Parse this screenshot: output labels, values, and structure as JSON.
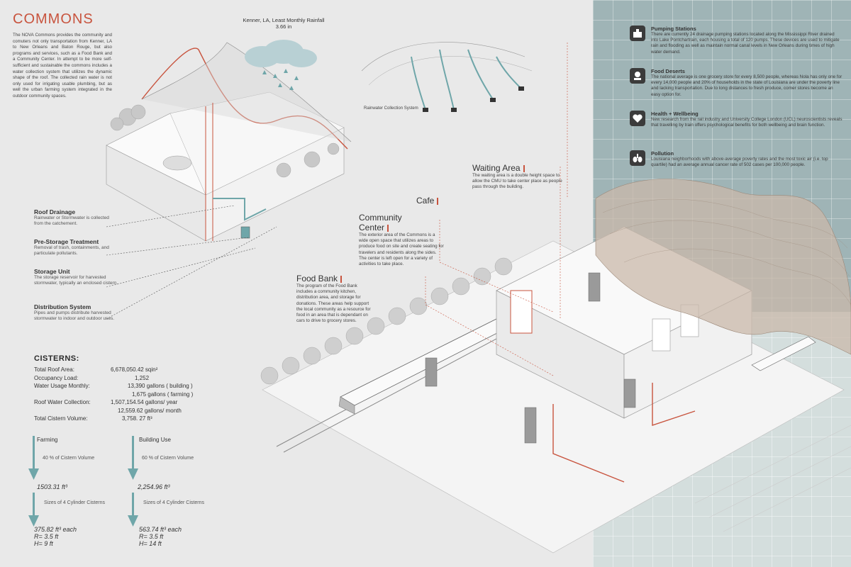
{
  "title": "COMMONS",
  "intro": "The NOVA Commons provides the community and comuters not only transportation from Kenner, LA to New Orleans and Baton Rouge, but also programs and services, such as a Food Bank and a Community Center. In attempt to be more self-sufficient and sustainable the commons includes a water collection system that utilizes the dynamic shape of the roof. The collected rain water is not only used for irrigating usable plumbing, but as well the urban farming system integrated in the outdoor community spaces.",
  "rainfall": {
    "title": "Kenner, LA, Least Monthly Rainfall",
    "value": "3.66 in"
  },
  "rainwater_caption": "Rainwater Collection System",
  "steps": [
    {
      "title": "Roof Drainage",
      "desc": "Rainwater or Stormwater is collected from the catchement."
    },
    {
      "title": "Pre-Storage Treatment",
      "desc": "Removal of trash, containments, and particulate pollutants."
    },
    {
      "title": "Storage Unit",
      "desc": "The storage reservoir for harvested stormwater, typically an enclosed cistern."
    },
    {
      "title": "Distribution System",
      "desc": "Pipes and pumps distribute harvested stormwater to indoor and outdoor uses."
    }
  ],
  "cisterns": {
    "title": "CISTERNS:",
    "rows": [
      {
        "label": "Total Roof Area:",
        "value": "6,678,050.42 sqin²"
      },
      {
        "label": "Occupancy Load:",
        "value": "1,252"
      },
      {
        "label": "Water Usage Monthly:",
        "value": "13,390 gallons ( building )"
      },
      {
        "label": "",
        "value": "1,675 gallons ( farming )"
      },
      {
        "label": "Roof Water Collection:",
        "value": "1,507,154.54 gallons/ year"
      },
      {
        "label": "",
        "value": "12,559.62 gallons/ month"
      },
      {
        "label": "Total Cistern Volume:",
        "value": "3,758. 27 ft³"
      }
    ]
  },
  "flows": [
    {
      "title": "Farming",
      "percent": "40 % of Cistern Volume",
      "volume": "1503.31 ft³",
      "sizes": "Sizes of 4 Cylinder Cisterns",
      "each": "375.82 ft³ each",
      "r": "R= 3.5 ft",
      "h": "H= 9 ft"
    },
    {
      "title": "Building Use",
      "percent": "60 % of Cistern Volume",
      "volume": "2,254.96 ft³",
      "sizes": "Sizes of 4 Cylinder Cisterns",
      "each": "563.74 ft³ each",
      "r": "R= 3.5 ft",
      "h": "H= 14 ft"
    }
  ],
  "info": [
    {
      "icon": "pump-icon",
      "title": "Pumping Stations",
      "desc": "There are currently 24 drainage pumping stations located along the Mississippi River drained into Lake Pontchartrain, each housing a total of 120 pumps. These devices are used to mitigate rain and flooding as well as maintain normal canal levels in New Orleans during times of high water demand."
    },
    {
      "icon": "food-icon",
      "title": "Food Deserts",
      "desc": "The national average is one grocery store for every 8,500 people, whereas Nola has only one for every 14,000 people and 20% of households in the state of Louisiana are under the poverty line and lacking transportation. Due to long distances to fresh produce, corner stores become an easy option for."
    },
    {
      "icon": "heart-icon",
      "title": "Health + Wellbeing",
      "desc": "New research from the rail industry and University College London (UCL) neuroscientists reveals that travelling by train offers psychological benefits for both wellbeing and brain function."
    },
    {
      "icon": "lungs-icon",
      "title": "Pollution",
      "desc": "Louisiana neighborhoods with above-average poverty rates and the most toxic air (i.e. top quartile) had an average annual cancer rate of 502 cases per 100,000 people."
    }
  ],
  "areas": {
    "waiting": {
      "title": "Waiting Area",
      "desc": "The waiting area is a double height space to allow the CMU to take center place as people pass through the building."
    },
    "cafe": {
      "title": "Cafe"
    },
    "community": {
      "title": "Community Center",
      "desc": "The exterior area of the Commons is a wide open space that utilizes areas to produce food on site and create seating for travelers and residents along the sides. The center is left open for a variety of activities to take place."
    },
    "foodbank": {
      "title": "Food Bank",
      "desc": "The program of the Food Bank includes a community kitchen, distribution area, and storage for donations. These areas help support the local community as a resource for food in an area that is dependant on cars to drive to grocery stores."
    }
  },
  "colors": {
    "accent": "#c8543e",
    "teal": "#6fa6a9",
    "grid": "#9fb4b6"
  }
}
